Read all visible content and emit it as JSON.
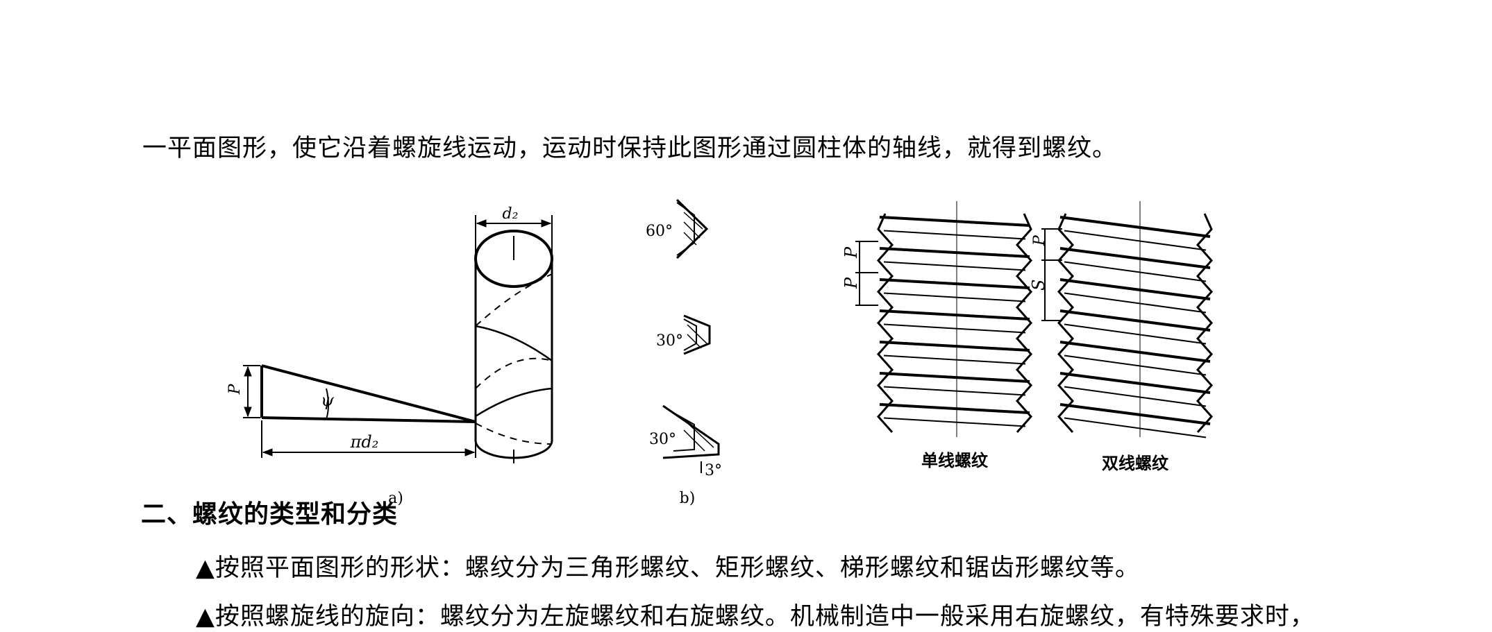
{
  "text": {
    "intro": "一平面图形，使它沿着螺旋线运动，运动时保持此图形通过圆柱体的轴线，就得到螺纹。",
    "section_heading": "二、螺纹的类型和分类",
    "bullet1": "▲按照平面图形的形状：螺纹分为三角形螺纹、矩形螺纹、梯形螺纹和锯齿形螺纹等。",
    "bullet2": "▲按照螺旋线的旋向：螺纹分为左旋螺纹和右旋螺纹。机械制造中一般采用右旋螺纹，有特殊要求时，"
  },
  "figure_a": {
    "caption": "a)",
    "d2": "d₂",
    "P": "P",
    "psi": "ψ",
    "pi_d2": "πd₂"
  },
  "figure_b": {
    "caption": "b)",
    "angle1": "60°",
    "angle2": "30°",
    "angle3": "30°",
    "angle4": "3°"
  },
  "figure_c": {
    "single_label": "单线螺纹",
    "double_label": "双线螺纹",
    "P": "P",
    "S": "S"
  }
}
